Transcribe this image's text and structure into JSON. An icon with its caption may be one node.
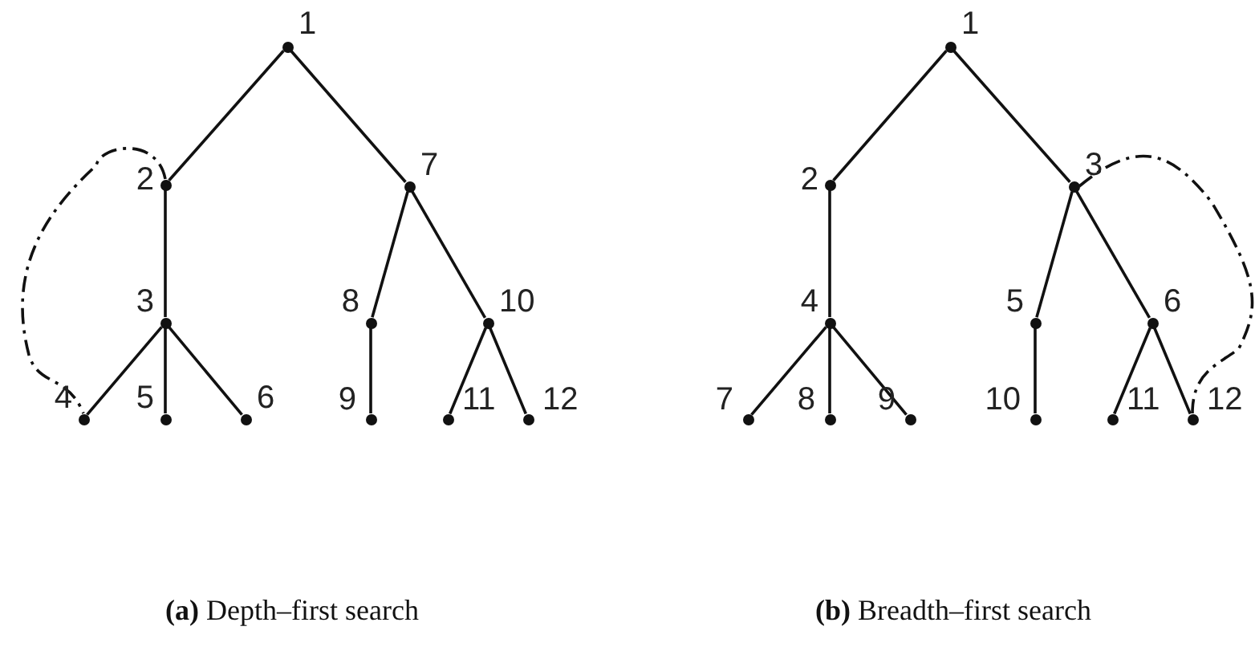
{
  "diagram": {
    "nodes": [
      {
        "text": [],
        "shape": "circle",
        "beside": [
          "1"
        ]
      },
      {
        "text": [],
        "shape": "circle",
        "beside": [
          "2"
        ]
      },
      {
        "text": [],
        "shape": "circle",
        "beside": [
          "3"
        ]
      },
      {
        "text": [],
        "shape": "circle",
        "beside": [
          "4"
        ]
      },
      {
        "text": [],
        "shape": "circle",
        "beside": [
          "5"
        ]
      },
      {
        "text": [],
        "shape": "circle",
        "beside": [
          "6"
        ]
      },
      {
        "text": [],
        "shape": "circle",
        "beside": [
          "7"
        ]
      },
      {
        "text": [],
        "shape": "circle",
        "beside": [
          "8"
        ]
      },
      {
        "text": [],
        "shape": "circle",
        "beside": [
          "9"
        ]
      },
      {
        "text": [],
        "shape": "circle",
        "beside": [
          "10"
        ]
      },
      {
        "text": [],
        "shape": "circle",
        "beside": [
          "11"
        ]
      },
      {
        "text": [],
        "shape": "circle",
        "beside": [
          "12"
        ]
      },
      {
        "text": [],
        "shape": "circle",
        "beside": [
          "1"
        ]
      },
      {
        "text": [],
        "shape": "circle",
        "beside": [
          "2"
        ]
      },
      {
        "text": [],
        "shape": "circle",
        "beside": [
          "3"
        ]
      },
      {
        "text": [],
        "shape": "circle",
        "beside": [
          "4"
        ]
      },
      {
        "text": [],
        "shape": "circle",
        "beside": [
          "5"
        ]
      },
      {
        "text": [],
        "shape": "circle",
        "beside": [
          "6"
        ]
      },
      {
        "text": [],
        "shape": "circle",
        "beside": [
          "7"
        ]
      },
      {
        "text": [],
        "shape": "circle",
        "beside": [
          "8"
        ]
      },
      {
        "text": [],
        "shape": "circle",
        "beside": [
          "9"
        ]
      },
      {
        "text": [],
        "shape": "circle",
        "beside": [
          "10"
        ]
      },
      {
        "text": [],
        "shape": "circle",
        "beside": [
          "11"
        ]
      },
      {
        "text": [],
        "shape": "circle",
        "beside": [
          "12"
        ]
      }
    ],
    "edges": [
      {
        "from": 0,
        "to": 1,
        "arrow": "none"
      },
      {
        "from": 0,
        "to": 6,
        "arrow": "none"
      },
      {
        "from": 1,
        "to": 2,
        "arrow": "none"
      },
      {
        "from": 2,
        "to": 3,
        "arrow": "none"
      },
      {
        "from": 2,
        "to": 4,
        "arrow": "none"
      },
      {
        "from": 2,
        "to": 5,
        "arrow": "none"
      },
      {
        "from": 6,
        "to": 7,
        "arrow": "none"
      },
      {
        "from": 6,
        "to": 9,
        "arrow": "none"
      },
      {
        "from": 7,
        "to": 8,
        "arrow": "none"
      },
      {
        "from": 9,
        "to": 10,
        "arrow": "none"
      },
      {
        "from": 9,
        "to": 11,
        "arrow": "none"
      },
      {
        "from": 1,
        "to": 3,
        "arrow": "none",
        "style": "dashed"
      },
      {
        "from": 12,
        "to": 13,
        "arrow": "none"
      },
      {
        "from": 12,
        "to": 14,
        "arrow": "none"
      },
      {
        "from": 13,
        "to": 15,
        "arrow": "none"
      },
      {
        "from": 14,
        "to": 16,
        "arrow": "none"
      },
      {
        "from": 14,
        "to": 17,
        "arrow": "none"
      },
      {
        "from": 15,
        "to": 18,
        "arrow": "none"
      },
      {
        "from": 15,
        "to": 19,
        "arrow": "none"
      },
      {
        "from": 15,
        "to": 20,
        "arrow": "none"
      },
      {
        "from": 16,
        "to": 21,
        "arrow": "none"
      },
      {
        "from": 17,
        "to": 22,
        "arrow": "none"
      },
      {
        "from": 17,
        "to": 23,
        "arrow": "none"
      },
      {
        "from": 14,
        "to": 23,
        "arrow": "none",
        "style": "dashed"
      }
    ],
    "labels": [
      "**(a)** Depth–first search",
      "**(b)** Breadth–first search"
    ]
  }
}
